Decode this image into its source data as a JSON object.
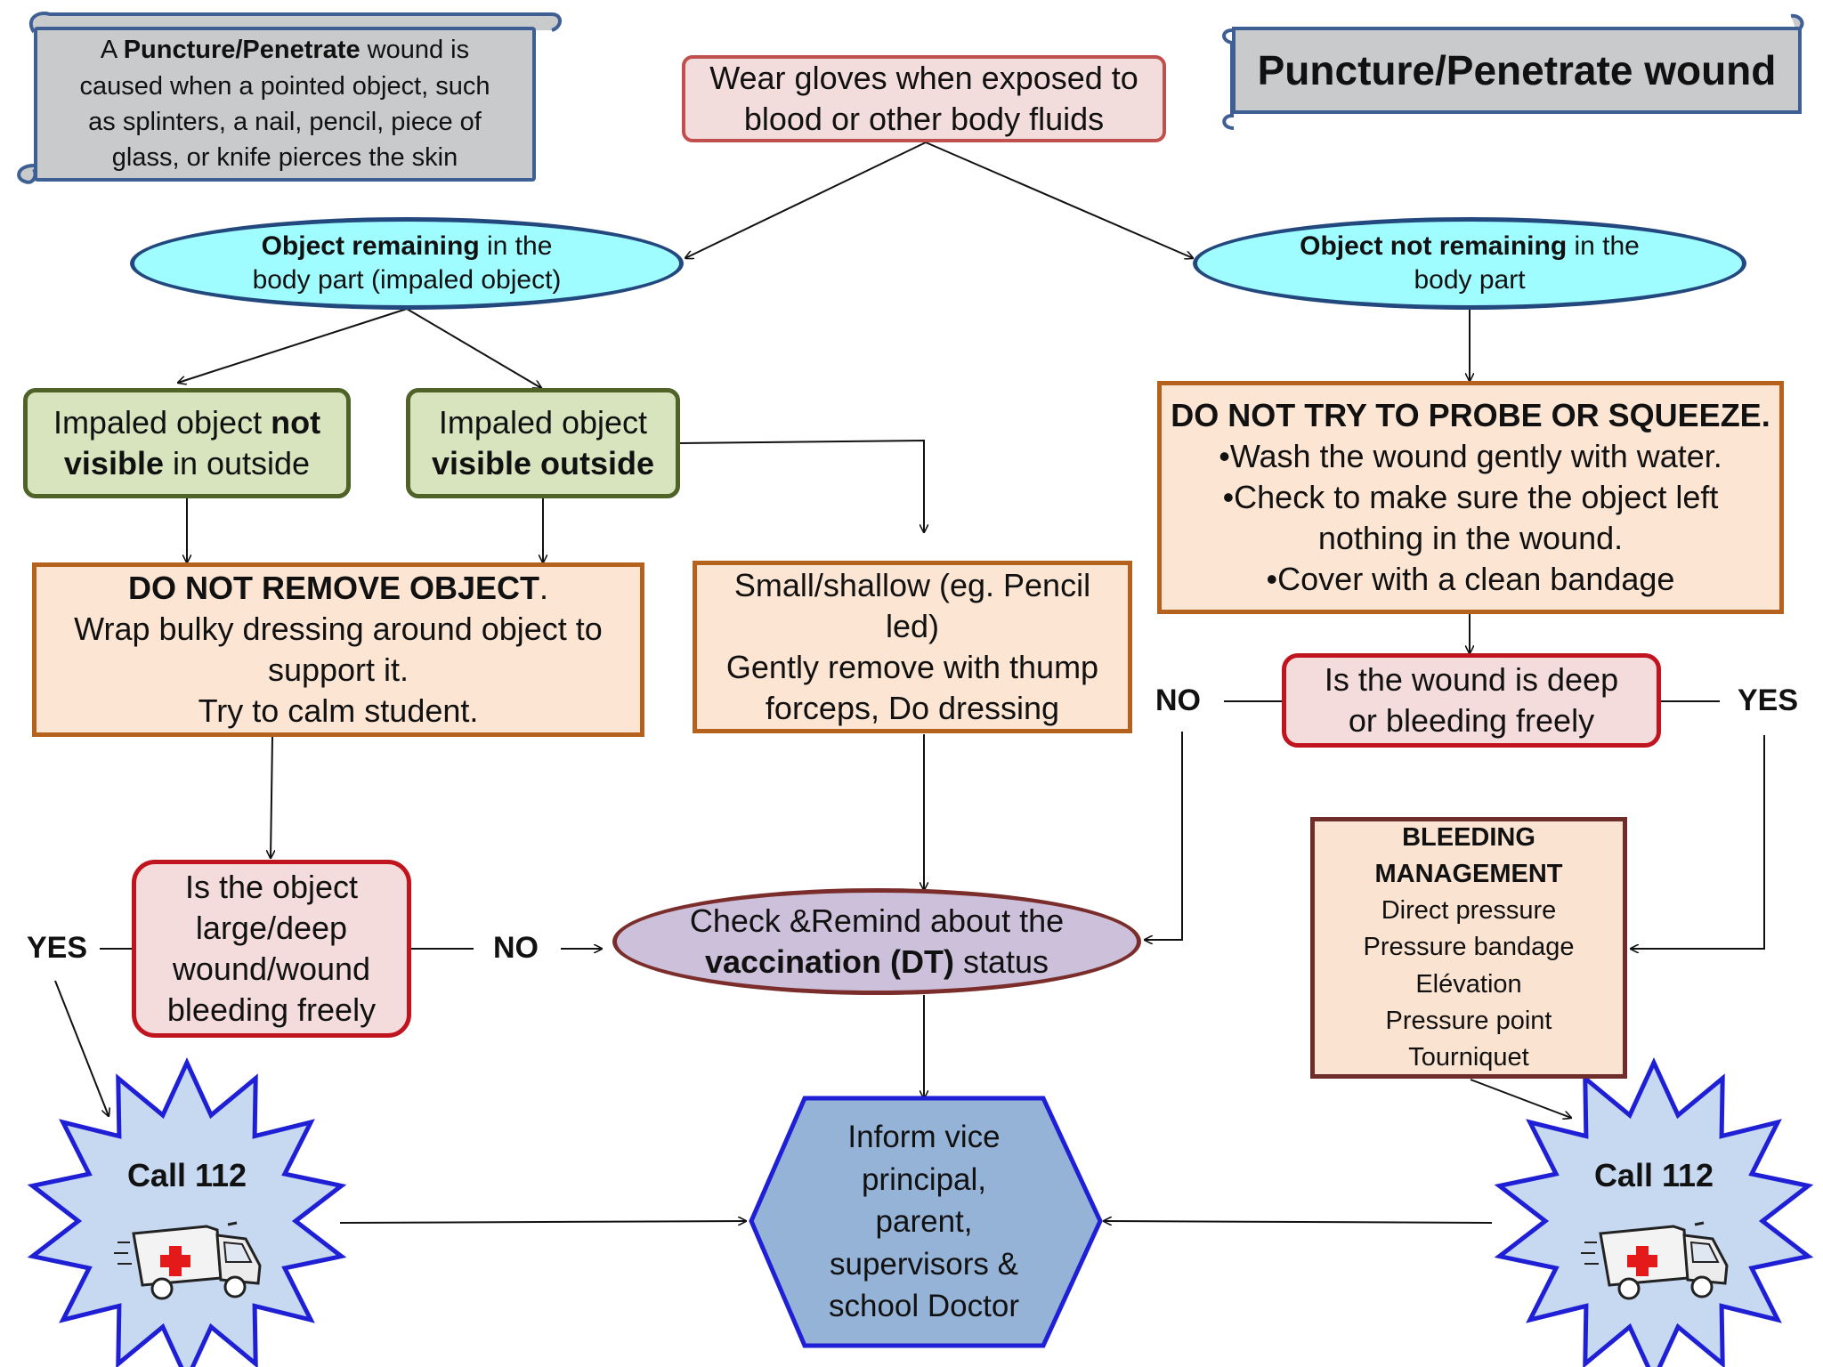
{
  "title": "Puncture/Penetrate wound",
  "definition": {
    "prefix": "A ",
    "bold": "Puncture/Penetrate",
    "line1_rest": " wound is",
    "line2": "caused when a pointed object, such",
    "line3": "as splinters, a nail, pencil, piece of",
    "line4": "glass, or knife pierces the skin"
  },
  "start": {
    "line1": "Wear gloves when exposed to",
    "line2": "blood  or other body fluids"
  },
  "object_remaining": {
    "bold": "Object remaining",
    "rest": " in the",
    "line2": "body part (impaled object)"
  },
  "object_not_remaining": {
    "bold": "Object not remaining",
    "rest": " in the",
    "line2": "body part"
  },
  "impaled_not_visible": {
    "line1_plain": "Impaled object ",
    "line1_bold": "not",
    "line2_bold": "visible",
    "line2_plain": " in outside"
  },
  "impaled_visible": {
    "line1": "Impaled object",
    "line2_bold": "visible outside"
  },
  "do_not_remove": {
    "bold": "DO NOT REMOVE OBJECT",
    "dot": ".",
    "line2": "Wrap bulky dressing around object to",
    "line3": "support it.",
    "line4": "Try to calm student."
  },
  "small_shallow": {
    "line1": "Small/shallow (eg. Pencil",
    "line2": "led)",
    "line3": "Gently remove with thump",
    "line4": "forceps, Do dressing"
  },
  "do_not_probe": {
    "bold": "DO NOT TRY TO PROBE OR SQUEEZE.",
    "b1": "•Wash the wound gently with water.",
    "b2": "•Check to make sure the object left",
    "b2b": "nothing in the wound.",
    "b3": "•Cover with a clean bandage"
  },
  "wound_deep": {
    "line1": "Is the wound is deep",
    "line2": "or bleeding freely"
  },
  "object_large": {
    "line1": "Is the object",
    "line2": "large/deep",
    "line3": "wound/wound",
    "line4": "bleeding freely"
  },
  "vaccination": {
    "line1": "Check &Remind about the",
    "bold": "vaccination (DT)",
    "rest": " status"
  },
  "bleeding": {
    "title1": "BLEEDING",
    "title2": "MANAGEMENT",
    "items": [
      "Direct pressure",
      "Pressure bandage",
      "Elévation",
      "Pressure point",
      "Tourniquet"
    ]
  },
  "inform": {
    "lines": [
      "Inform vice",
      "principal,",
      "parent,",
      "supervisors &",
      "school Doctor"
    ]
  },
  "call_left": "Call 112",
  "call_right": "Call 112",
  "labels": {
    "yes_left": "YES",
    "no_left": "NO",
    "no_right": "NO",
    "yes_right": "YES"
  },
  "colors": {
    "scroll_fill": "#c9cacc",
    "scroll_border": "#3e5f93",
    "ellipse_fill": "#9ffcff",
    "green_fill": "#d7e4bd",
    "orange_fill": "#fce5d3",
    "decision_border": "#c0151e",
    "vacc_fill": "#ccc0da",
    "hex_fill": "#95b3d7",
    "hex_border": "#1f1fd6",
    "star_fill": "#c6d9f1",
    "star_border": "#1f1fd6"
  }
}
